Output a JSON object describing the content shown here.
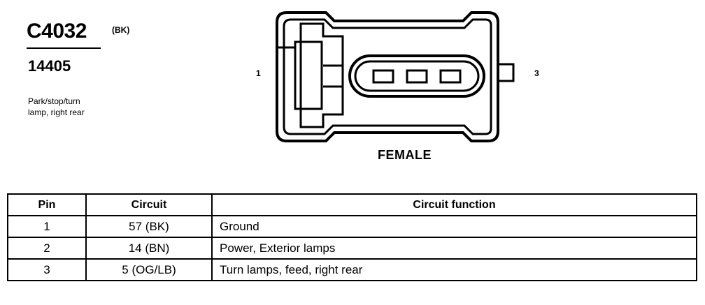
{
  "connector": {
    "id": "C4032",
    "color": "(BK)",
    "part_number": "14405",
    "description": [
      "Park/stop/turn",
      "lamp, right rear"
    ]
  },
  "diagram": {
    "pin_labels": [
      "1",
      "3"
    ],
    "gender": "FEMALE"
  },
  "table": {
    "headers": [
      "Pin",
      "Circuit",
      "Circuit function"
    ],
    "rows": [
      {
        "pin": "1",
        "circuit": "57 (BK)",
        "function": "Ground"
      },
      {
        "pin": "2",
        "circuit": "14 (BN)",
        "function": "Power, Exterior lamps"
      },
      {
        "pin": "3",
        "circuit": "5 (OG/LB)",
        "function": "Turn lamps, feed, right rear"
      }
    ]
  }
}
